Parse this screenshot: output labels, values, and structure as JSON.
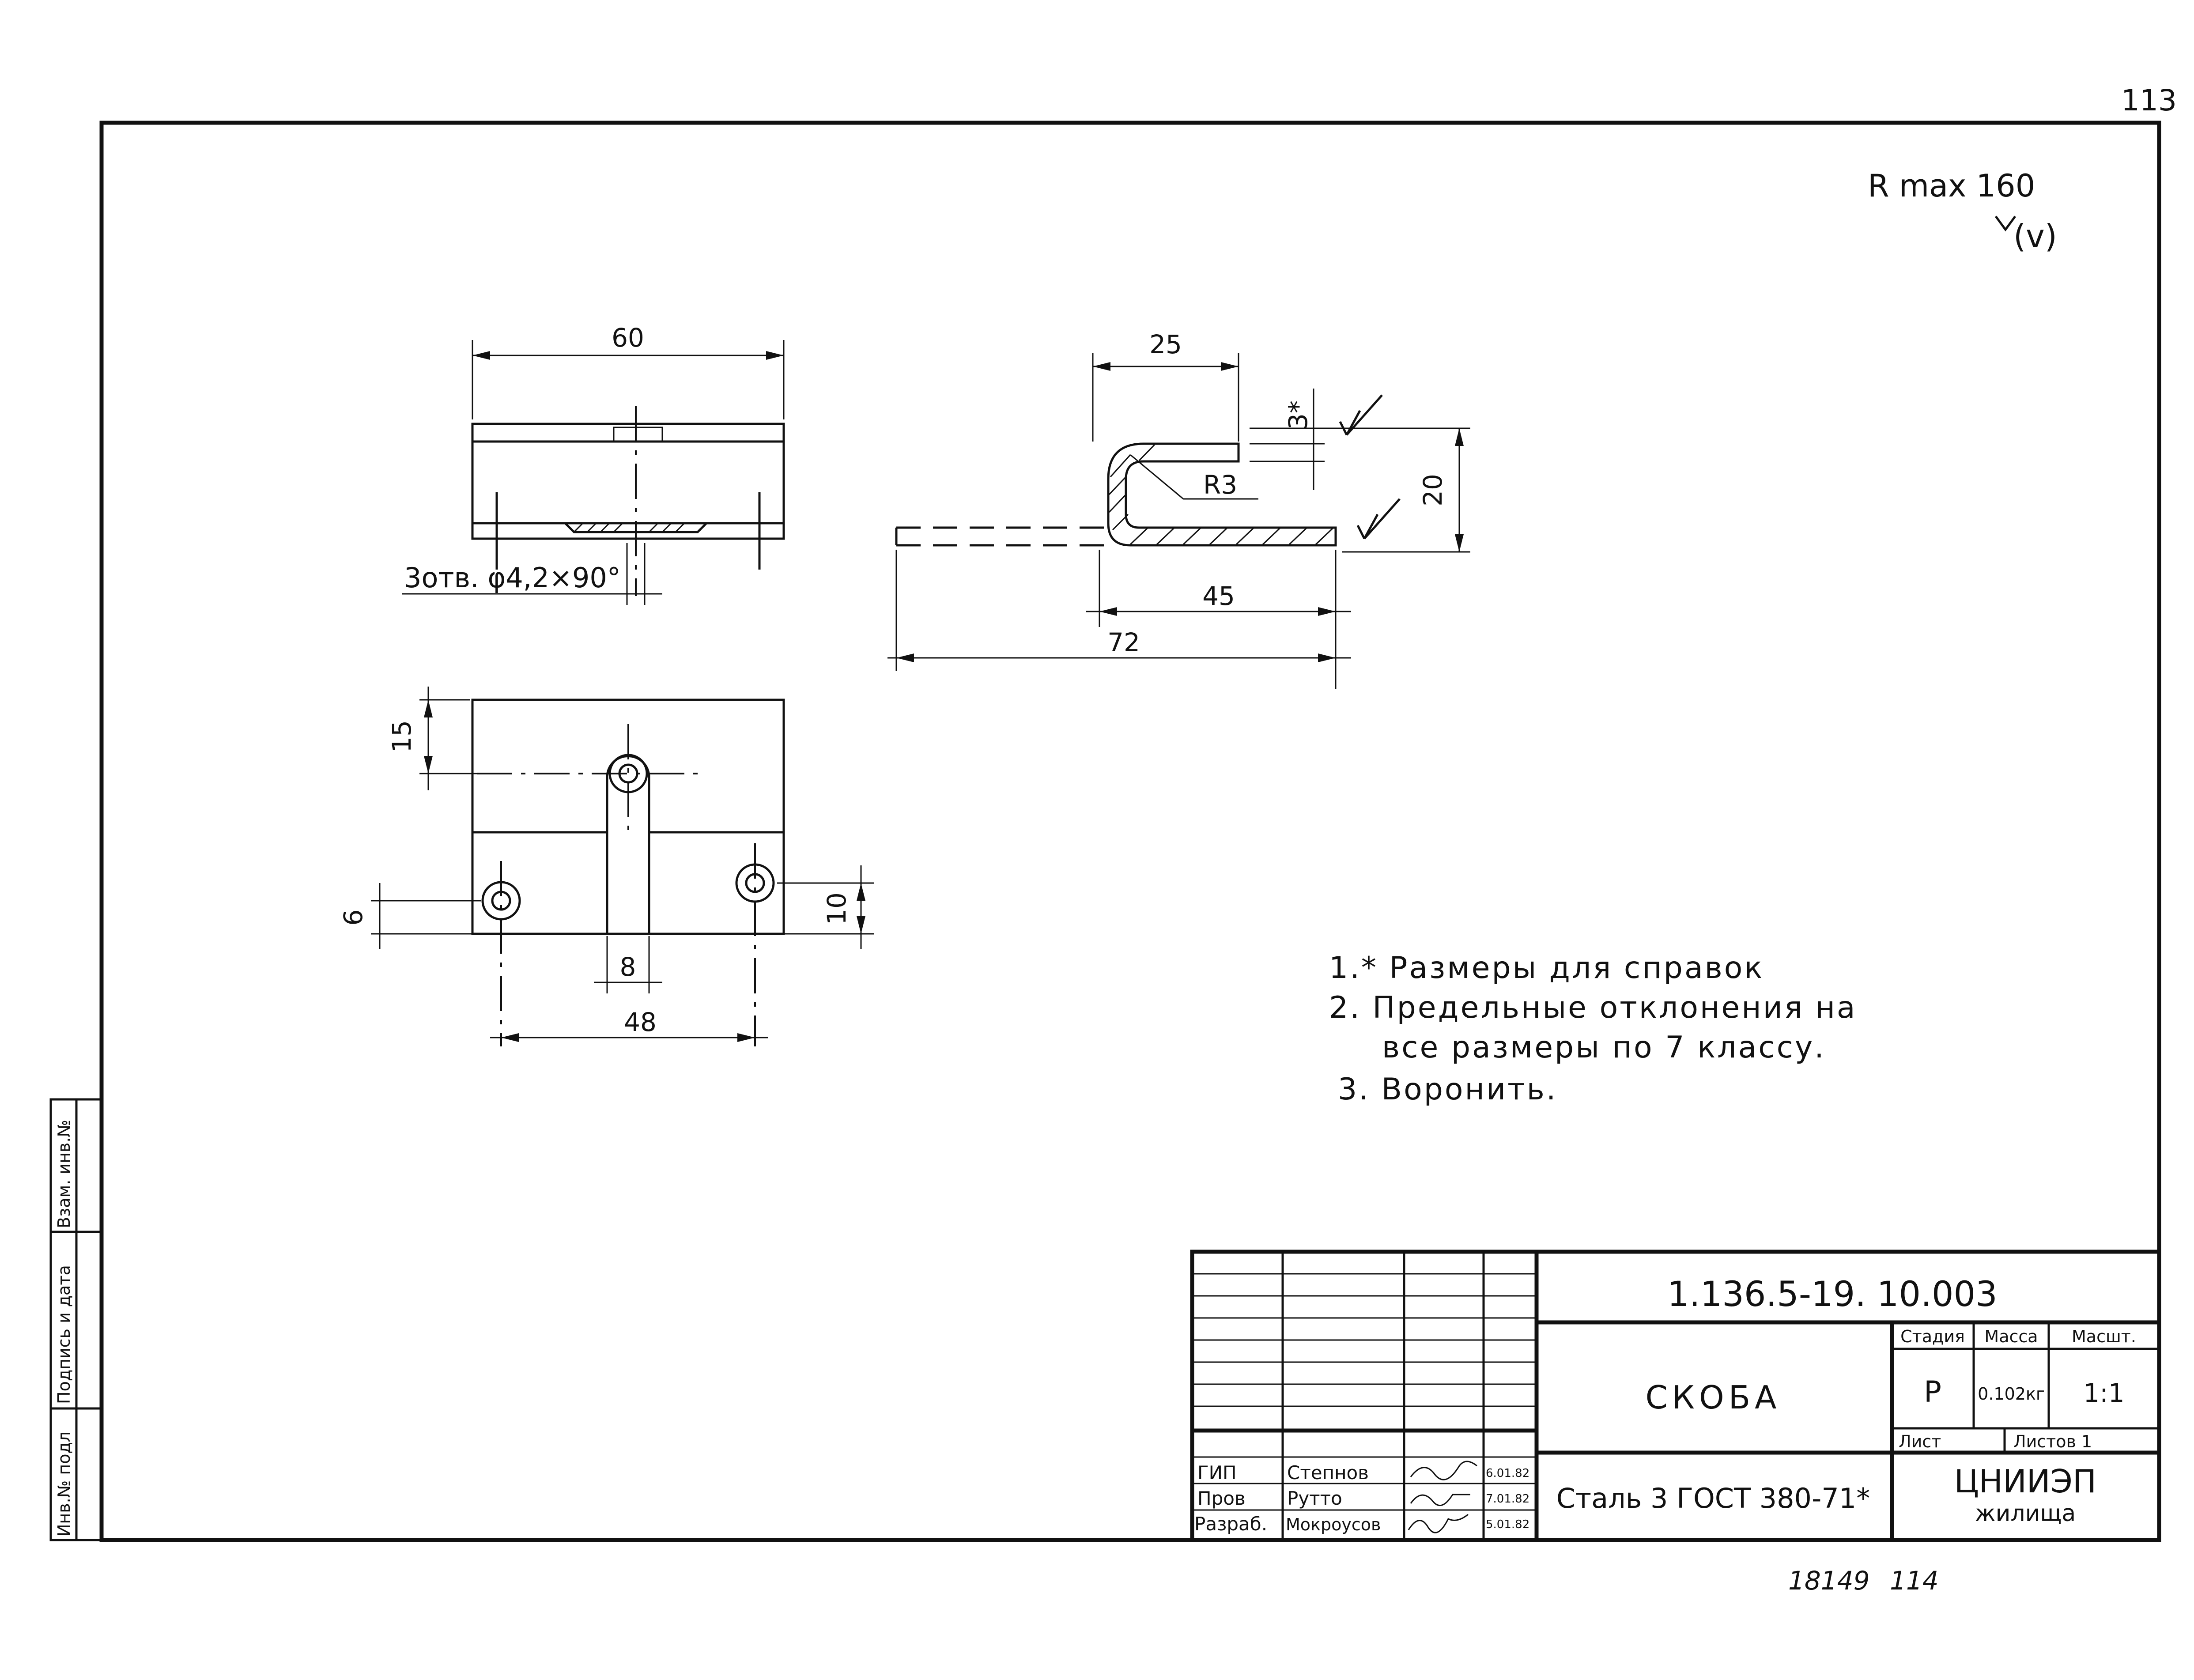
{
  "sheet": {
    "page_number": "113",
    "roughness": "R max 160",
    "roughness_sub": "(v)"
  },
  "dims": {
    "top_view_width": "60",
    "holes": "3отв. φ4,2×90°",
    "profile_top_len": "25",
    "profile_thickness": "3*",
    "profile_radius": "R3",
    "profile_height": "20",
    "profile_bottom_len": "45",
    "profile_total": "72",
    "front_top_offset": "15",
    "front_left_hole": "6",
    "front_right_hole": "10",
    "front_tab": "8",
    "front_holes_spacing": "48"
  },
  "notes": [
    "1.* Размеры для справок",
    "2. Предельные отклонения на",
    "все размеры по 7 классу.",
    "3. Воронить."
  ],
  "side_stamp": {
    "c1": "Инв.№ подл",
    "c2": "Подпись и дата",
    "c3": "Взам. инв.№"
  },
  "title_block": {
    "doc_code": "1.136.5-19. 10.003",
    "part_name": "СКОБА",
    "material": "Сталь 3 ГОСТ 380-71*",
    "org_line1": "ЦНИИЭП",
    "org_line2": "жилища",
    "stage_header": "Стадия",
    "mass_header": "Масса",
    "scale_header": "Масшт.",
    "stage": "Р",
    "mass": "0.102кг",
    "scale": "1:1",
    "sheet_label": "Лист",
    "sheets_label": "Листов 1",
    "roles": [
      {
        "role": "ГИП",
        "name": "Степнов",
        "date": "6.01.82"
      },
      {
        "role": "Пров",
        "name": "Рутто",
        "date": "7.01.82"
      },
      {
        "role": "Разраб.",
        "name": "Мокроусов",
        "date": "5.01.82"
      }
    ]
  },
  "footer": {
    "archive_no": "18149",
    "archive_page": "114"
  }
}
